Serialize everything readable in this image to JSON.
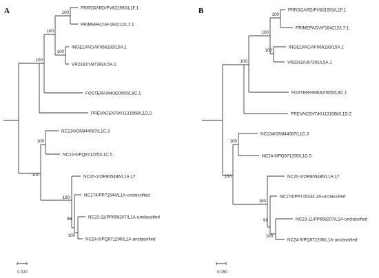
{
  "panels": [
    {
      "id": "a",
      "label": "A",
      "scale_label": "0.020",
      "taxa": [
        "PRRSGARD/PV631993/L1F.1",
        "PRIMEPAC/AF184212/L7.1",
        "INGELVAC/AF066183/L5A.1",
        "VR2332/U87392/L5A.1",
        "FOSTERA/MK820650/L8C.1",
        "PREVACENT/KU131568/L1D.2",
        "NC134/ON844087/L1C.3",
        "NC24-6/PQ871205/L1C.5",
        "NC20-1/OR805486/L1A.17",
        "NC174/PP71544/L1A-unclassified",
        "NC23-11/PP658207/L1A-unclassified",
        "NC24-9/PQ871206/L1A-unclassified"
      ],
      "bootstraps": [
        "100",
        "100",
        "100",
        "100",
        "100",
        "100",
        "100",
        "96",
        "100"
      ]
    },
    {
      "id": "b",
      "label": "B",
      "scale_label": "0.050",
      "taxa": [
        "PRRSGARD/PV631993/L1F.1",
        "PRIMEPAC/AF184212/L7.1",
        "INGELVAC/AF066183/L5A.1",
        "VR2332/U87392/L5A.1",
        "FOSTERA/MK820650/L8C.1",
        "PREVACENT/KU131568/L1D.2",
        "NC134/ON844087/L1C.3",
        "NC24-6/PQ871205/L1C.5",
        "NC20-1/OR805486/L1A.17",
        "NC174/PP71544/L1A-unclassified",
        "NC23-11/PP658207/L1A-unclassified",
        "NC24-9/PQ871206/L1A-unclassified"
      ],
      "bootstraps": [
        "100",
        "100",
        "100",
        "100",
        "100",
        "100",
        "100",
        "99",
        "100"
      ]
    }
  ],
  "colors": {
    "branch": "#3a3a3a",
    "text": "#222222",
    "background": "#ffffff"
  }
}
